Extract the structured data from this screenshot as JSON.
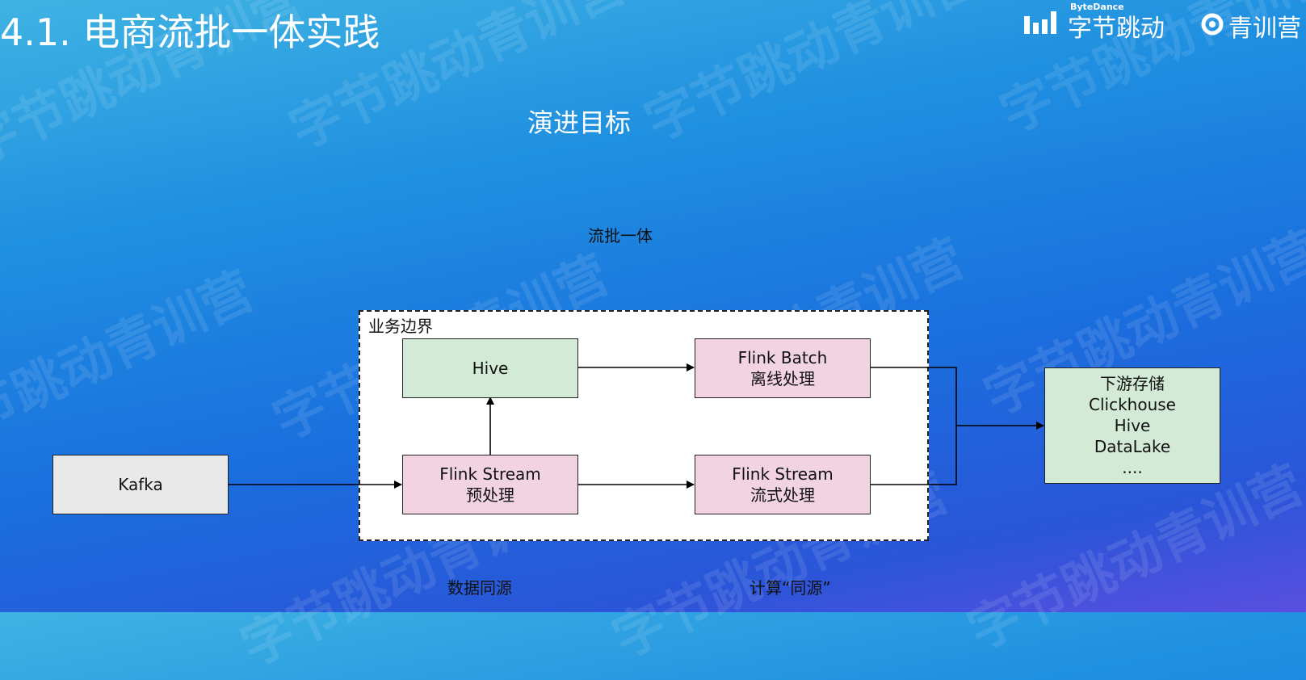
{
  "slide": {
    "title": "4.1. 电商流批一体实践",
    "subtitle": "演进目标"
  },
  "logos": {
    "bytedance_small": "ByteDance",
    "bytedance_text": "字节跳动",
    "qingxunying_text": "青训营"
  },
  "watermark": {
    "text_a": "字节跳动青训营"
  },
  "diagram": {
    "top_label": "流批一体",
    "boundary_label": "业务边界",
    "bottom_left_label": "数据同源",
    "bottom_right_label": "计算“同源”",
    "nodes": {
      "kafka": {
        "lines": [
          "Kafka"
        ]
      },
      "hive": {
        "lines": [
          "Hive"
        ]
      },
      "flink_stream_pre": {
        "lines": [
          "Flink Stream",
          "预处理"
        ]
      },
      "flink_batch": {
        "lines": [
          "Flink Batch",
          "离线处理"
        ]
      },
      "flink_stream_rt": {
        "lines": [
          "Flink Stream",
          "流式处理"
        ]
      },
      "downstream": {
        "lines": [
          "下游存储",
          "Clickhouse",
          "Hive",
          "DataLake",
          "...."
        ]
      }
    },
    "colors": {
      "storage_green": "#d2ead6",
      "compute_pink": "#f2d3e1",
      "source_gray": "#e9e9e9"
    }
  }
}
